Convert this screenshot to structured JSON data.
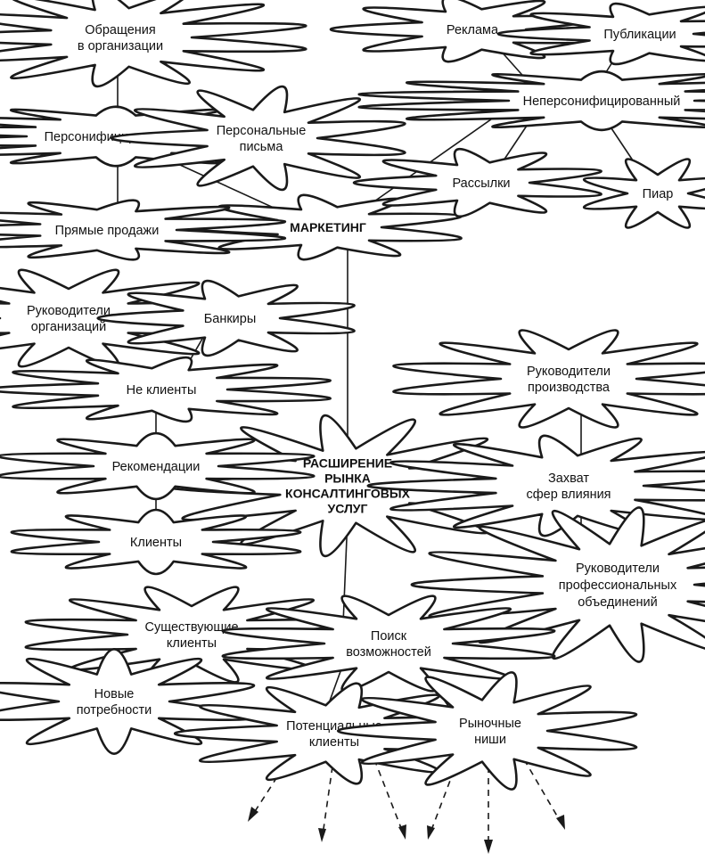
{
  "diagram": {
    "colors": {
      "stroke": "#1a1a1a",
      "fill": "#ffffff",
      "text": "#111111"
    },
    "nodes": {
      "center": [
        "РАСШИРЕНИЕ",
        "РЫНКА",
        "КОНСАЛТИНГОВЫХ",
        "УСЛУГ"
      ],
      "marketing": [
        "МАРКЕТИНГ"
      ],
      "personified": [
        "Персонифицированный"
      ],
      "non_personified": [
        "Неперсонифицированный"
      ],
      "org_requests": [
        "Обращения",
        "в организации"
      ],
      "personal_letters": [
        "Персональные",
        "письма"
      ],
      "direct_sales": [
        "Прямые продажи"
      ],
      "advertising": [
        "Реклама"
      ],
      "publications": [
        "Публикации"
      ],
      "mailings": [
        "Рассылки"
      ],
      "pr": [
        "Пиар"
      ],
      "org_leaders": [
        "Руководители",
        "организаций"
      ],
      "bankers": [
        "Банкиры"
      ],
      "non_clients": [
        "Не клиенты"
      ],
      "recommendations": [
        "Рекомендации"
      ],
      "clients": [
        "Клиенты"
      ],
      "production_leaders": [
        "Руководители",
        "производства"
      ],
      "influence_capture": [
        "Захват",
        "сфер влияния"
      ],
      "professional_leaders": [
        "Руководители",
        "профессиональных",
        "объединений"
      ],
      "existing_clients": [
        "Существующие",
        "клиенты"
      ],
      "opportunity_search": [
        "Поиск",
        "возможностей"
      ],
      "new_needs": [
        "Новые",
        "потребности"
      ],
      "potential_clients": [
        "Потенциальные",
        "клиенты"
      ],
      "market_niches": [
        "Рыночные",
        "ниши"
      ]
    }
  }
}
